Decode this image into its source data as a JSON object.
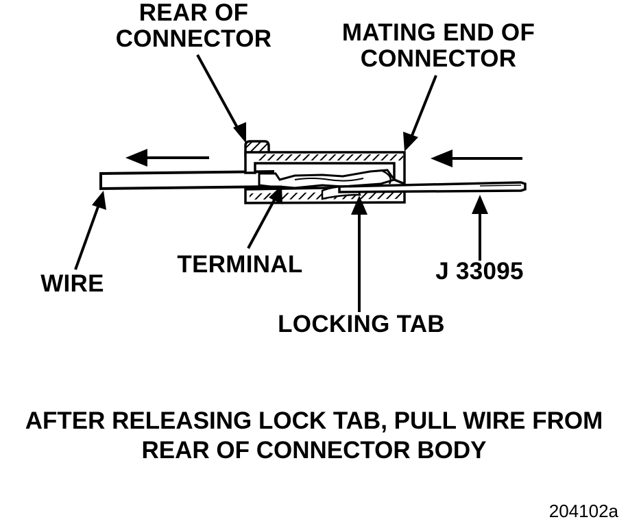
{
  "labels": {
    "rear_of_connector_line1": "REAR OF",
    "rear_of_connector_line2": "CONNECTOR",
    "mating_end_line1": "MATING END OF",
    "mating_end_line2": "CONNECTOR",
    "wire": "WIRE",
    "terminal": "TERMINAL",
    "tool": "J 33095",
    "locking_tab": "LOCKING TAB"
  },
  "caption": {
    "line1": "AFTER RELEASING LOCK TAB, PULL WIRE FROM",
    "line2": "REAR OF CONNECTOR BODY"
  },
  "figure_id": "204102a"
}
